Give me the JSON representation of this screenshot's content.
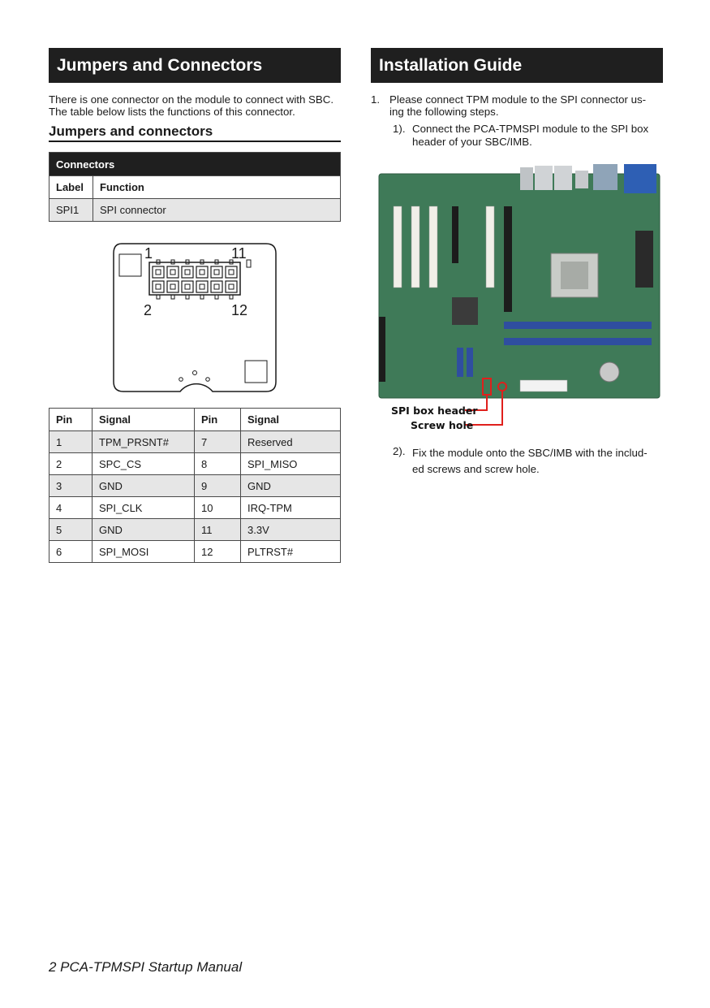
{
  "left_section": {
    "title": "Jumpers and Connectors",
    "intro_lines": [
      "There is one connector on the module to connect with SBC.",
      "The table below lists the functions of this connector."
    ],
    "subheading": "Jumpers and connectors",
    "connectors_table": {
      "caption": "Connectors",
      "headers": [
        "Label",
        "Function"
      ],
      "rows": [
        [
          "SPI1",
          "SPI connector"
        ]
      ]
    },
    "pin_diagram": {
      "labels": [
        "1",
        "11",
        "2",
        "12"
      ]
    },
    "pin_table": {
      "headers": [
        "Pin",
        "Signal",
        "Pin",
        "Signal"
      ],
      "rows": [
        [
          "1",
          "TPM_PRSNT#",
          "7",
          "Reserved"
        ],
        [
          "2",
          "SPC_CS",
          "8",
          "SPI_MISO"
        ],
        [
          "3",
          "GND",
          "9",
          "GND"
        ],
        [
          "4",
          "SPI_CLK",
          "10",
          "IRQ-TPM"
        ],
        [
          "5",
          "GND",
          "11",
          "3.3V"
        ],
        [
          "6",
          "SPI_MOSI",
          "12",
          "PLTRST#"
        ]
      ]
    }
  },
  "right_section": {
    "title": "Installation Guide",
    "step1": {
      "number": "1.",
      "lines": [
        "Please connect TPM module to the SPI connector us-",
        "ing the following steps."
      ]
    },
    "step1a": {
      "number": "1).",
      "lines": [
        "Connect the PCA-TPMSPI module to the SPI box",
        "header of your SBC/IMB."
      ]
    },
    "figure": {
      "callout_spi": "SPI box header",
      "callout_screw": "Screw hole",
      "callout_color": "#e0201c",
      "board_color": "#3f7a58"
    },
    "step2": {
      "number": "2).",
      "lines": [
        "Fix the module onto the SBC/IMB with the includ-",
        "ed screws and screw hole."
      ]
    }
  },
  "footer": "2  PCA-TPMSPI Startup Manual"
}
